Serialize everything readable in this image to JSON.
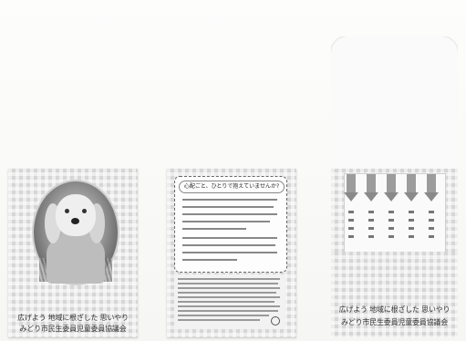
{
  "panels": {
    "left": {
      "caption_line1": "広げよう 地域に根ざした 思いやり",
      "caption_line2": "みどり市民生委員児童委員協議会"
    },
    "middle": {
      "title": "心配ごと、ひとりで抱えていませんか?"
    },
    "right": {
      "caption_line1": "広げよう 地域に根ざした 思いやり",
      "caption_line2": "みどり市民生委員児童委員協議会"
    }
  },
  "colors": {
    "background": "#fbfbfa",
    "check": "#d6d6d6"
  }
}
